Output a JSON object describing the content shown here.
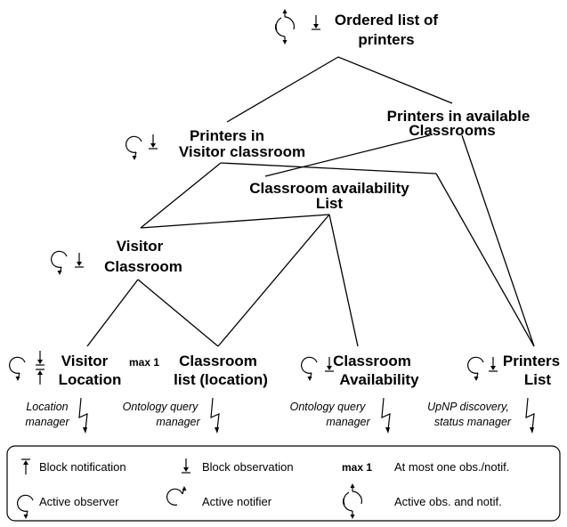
{
  "nodes": {
    "ordered": [
      "Ordered list of",
      "printers"
    ],
    "available": [
      "Printers in available",
      "Classrooms"
    ],
    "visitor_printers": [
      "Printers in",
      "Visitor classroom"
    ],
    "availability_list": [
      "Classroom availability",
      "List"
    ],
    "visitor_classroom": [
      "Visitor",
      "Classroom"
    ],
    "visitor_location": [
      "Visitor",
      "Location"
    ],
    "classroom_list": [
      "Classroom",
      "list (location)"
    ],
    "classroom_availability": [
      "Classroom",
      "Availability"
    ],
    "printers_list": [
      "Printers",
      "List"
    ]
  },
  "max_label": "max 1",
  "sources": {
    "location": [
      "Location",
      "manager"
    ],
    "ontology1": [
      "Ontology query",
      "manager"
    ],
    "ontology2": [
      "Ontology query",
      "manager"
    ],
    "upnp": [
      "UpNP discovery,",
      "status manager"
    ]
  },
  "legend": {
    "block_notification": "Block notification",
    "block_observation": "Block observation",
    "max_key": "max 1",
    "max_desc": "At most one obs./notif.",
    "active_observer": "Active observer",
    "active_notifier": "Active notifier",
    "active_both": "Active obs. and notif."
  },
  "icons": [
    "active-observer-icon",
    "active-notifier-icon",
    "active-obs-notif-icon",
    "block-observation-icon",
    "block-notification-icon",
    "lightning-icon"
  ]
}
